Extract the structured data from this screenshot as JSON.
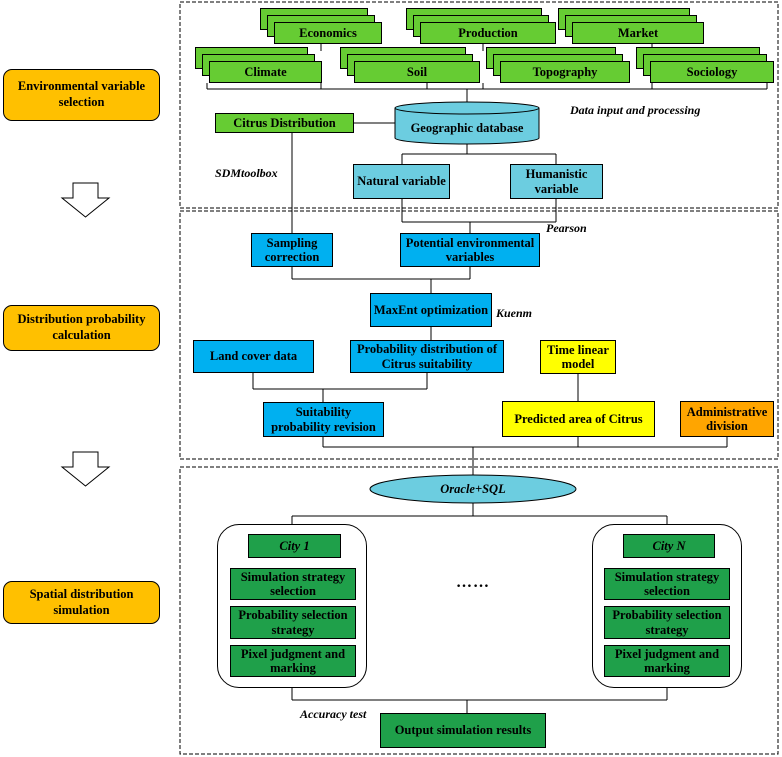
{
  "stages": {
    "environmental": "Environmental variable selection",
    "distribution": "Distribution probability calculation",
    "spatial": "Spatial distribution simulation"
  },
  "data_sources": {
    "economics": "Economics",
    "production": "Production",
    "market": "Market",
    "climate": "Climate",
    "soil": "Soil",
    "topography": "Topography",
    "sociology": "Sociology"
  },
  "nodes": {
    "citrus_distribution": "Citrus Distribution",
    "geographic_database": "Geographic database",
    "natural_variable": "Natural variable",
    "humanistic_variable": "Humanistic variable",
    "sampling_correction": "Sampling correction",
    "potential_env_variables": "Potential environmental variables",
    "maxent": "MaxEnt optimization",
    "land_cover": "Land cover data",
    "probability_distribution": "Probability distribution of Citrus suitability",
    "time_linear": "Time linear model",
    "suitability_revision": "Suitability probability revision",
    "predicted_area": "Predicted area of Citrus",
    "administrative": "Administrative division",
    "oracle_sql": "Oracle+SQL",
    "city1": "City 1",
    "cityN": "City N",
    "sim_strategy": "Simulation strategy selection",
    "prob_selection": "Probability selection strategy",
    "pixel_judgment": "Pixel judgment and marking",
    "ellipsis": "……",
    "output": "Output simulation results"
  },
  "annotations": {
    "data_input": "Data input and processing",
    "sdmtoolbox": "SDMtoolbox",
    "pearson": "Pearson",
    "kuenm": "Kuenm",
    "accuracy": "Accuracy test"
  }
}
